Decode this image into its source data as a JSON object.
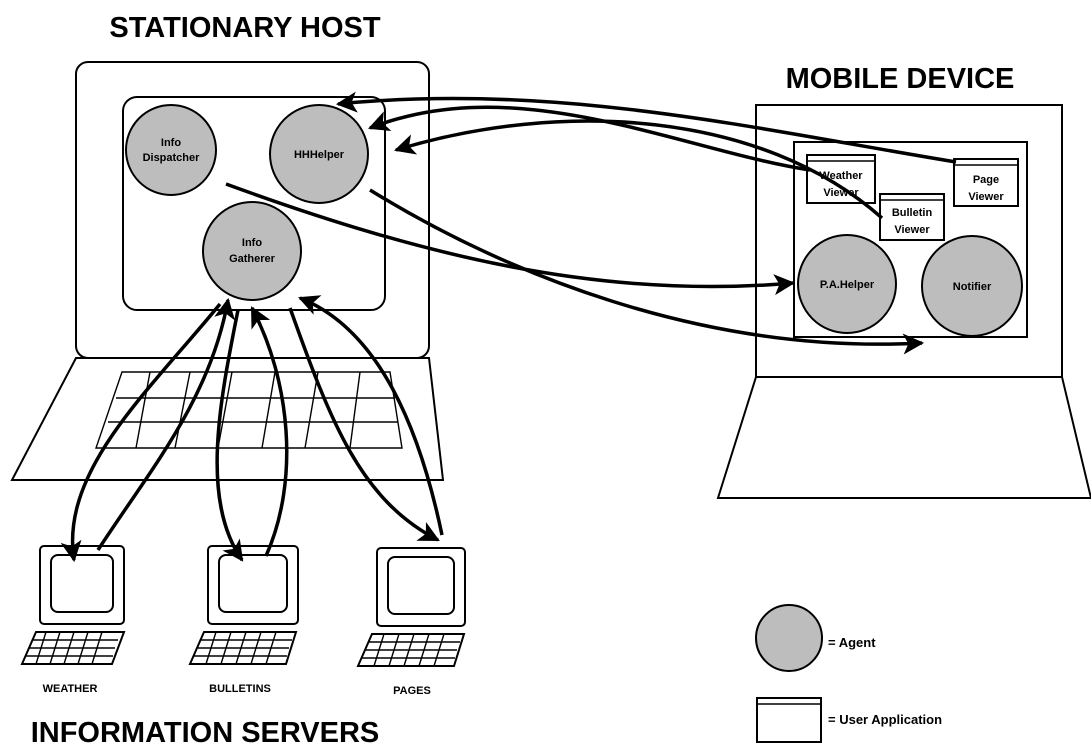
{
  "titles": {
    "stationary_host": "STATIONARY HOST",
    "mobile_device": "MOBILE DEVICE",
    "information_servers": "INFORMATION SERVERS"
  },
  "stationary_agents": {
    "info_dispatcher": [
      "Info",
      "Dispatcher"
    ],
    "hhhelper": [
      "HHHelper"
    ],
    "info_gatherer": [
      "Info",
      "Gatherer"
    ]
  },
  "mobile_agents": {
    "pahelper": [
      "P.A.Helper"
    ],
    "notifier": [
      "Notifier"
    ]
  },
  "user_applications": {
    "weather_viewer": [
      "Weather",
      "Viewer"
    ],
    "bulletin_viewer": [
      "Bulletin",
      "Viewer"
    ],
    "page_viewer": [
      "Page",
      "Viewer"
    ]
  },
  "servers": {
    "weather": "WEATHER",
    "bulletins": "BULLETINS",
    "pages": "PAGES"
  },
  "legend": {
    "agent": "= Agent",
    "user_application": "= User Application"
  },
  "colors": {
    "agent_fill": "#bdbdbd",
    "line": "#000000",
    "background": "#ffffff"
  }
}
